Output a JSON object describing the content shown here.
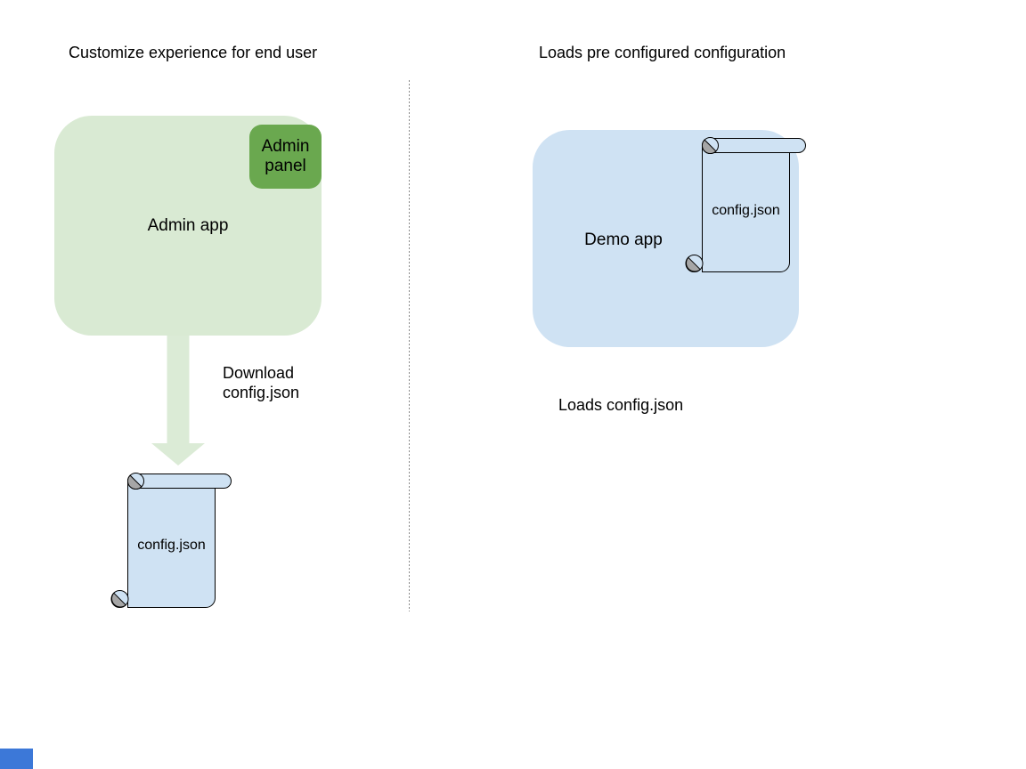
{
  "left_panel": {
    "heading": "Customize experience for end user",
    "admin_app_label": "Admin app",
    "admin_panel_label": "Admin panel",
    "download_label_line1": "Download",
    "download_label_line2": "config.json",
    "config_file_label": "config.json"
  },
  "right_panel": {
    "heading": "Loads pre configured configuration",
    "demo_app_label": "Demo app",
    "config_file_label": "config.json",
    "caption": "Loads config.json"
  },
  "colors": {
    "admin_app_fill": "#d9ead3",
    "admin_panel_fill": "#6aa84f",
    "arrow_fill": "#d9ead3",
    "demo_app_fill": "#cfe2f3",
    "scroll_fill": "#cfe2f3",
    "scroll_curl_fill": "#a6a6a6",
    "scroll_stroke": "#000000",
    "divider_color": "#8a8a8a",
    "corner_swatch_fill": "#3c78d8",
    "text_color": "#000000"
  }
}
